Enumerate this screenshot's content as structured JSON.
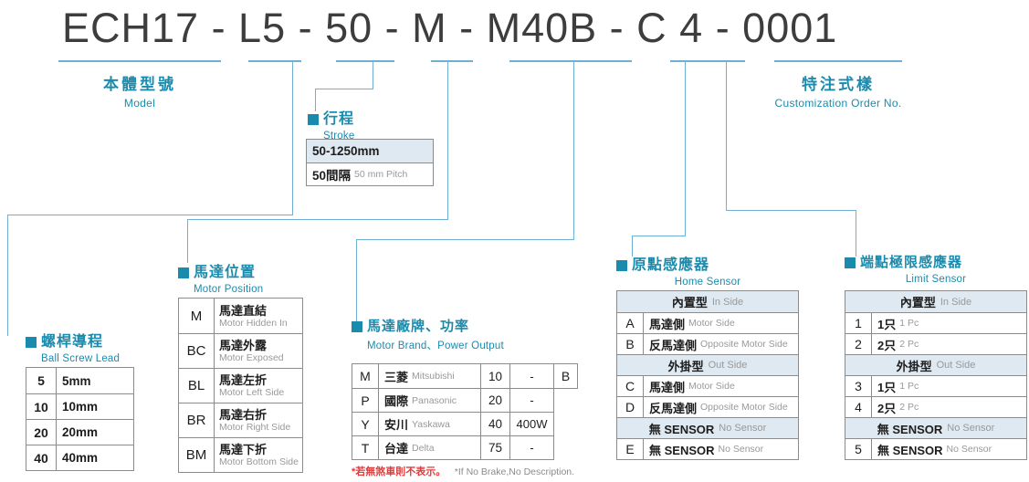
{
  "title": {
    "code": "ECH17 - L5 - 50 - M - M40B - C 4 - 0001"
  },
  "model": {
    "zh": "本體型號",
    "en": "Model"
  },
  "stroke": {
    "zh": "行程",
    "en": "Stroke",
    "range": "50-1250mm",
    "pitch_zh": "50間隔",
    "pitch_en": "50 mm Pitch"
  },
  "customization": {
    "zh": "特注式樣",
    "en": "Customization Order No."
  },
  "ball_screw_lead": {
    "zh": "螺桿導程",
    "en": "Ball Screw Lead",
    "rows": [
      {
        "code": "5",
        "value": "5mm"
      },
      {
        "code": "10",
        "value": "10mm"
      },
      {
        "code": "20",
        "value": "20mm"
      },
      {
        "code": "40",
        "value": "40mm"
      }
    ]
  },
  "motor_position": {
    "zh": "馬達位置",
    "en": "Motor Position",
    "rows": [
      {
        "code": "M",
        "zh": "馬達直結",
        "en": "Motor Hidden In"
      },
      {
        "code": "BC",
        "zh": "馬達外露",
        "en": "Motor Exposed"
      },
      {
        "code": "BL",
        "zh": "馬達左折",
        "en": "Motor Left Side"
      },
      {
        "code": "BR",
        "zh": "馬達右折",
        "en": "Motor Right Side"
      },
      {
        "code": "BM",
        "zh": "馬達下折",
        "en": "Motor Bottom Side"
      }
    ]
  },
  "motor_brand": {
    "zh": "馬達廠牌、功率",
    "en": "Motor Brand、Power Output",
    "brands": [
      {
        "code": "M",
        "zh": "三菱",
        "en": "Mitsubishi"
      },
      {
        "code": "P",
        "zh": "國際",
        "en": "Panasonic"
      },
      {
        "code": "Y",
        "zh": "安川",
        "en": "Yaskawa"
      },
      {
        "code": "T",
        "zh": "台達",
        "en": "Delta"
      }
    ],
    "powers": [
      {
        "code": "10",
        "value": "-"
      },
      {
        "code": "20",
        "value": "-"
      },
      {
        "code": "40",
        "value": "400W"
      },
      {
        "code": "75",
        "value": "-"
      }
    ],
    "brake_code": "B",
    "note_zh": "*若無煞車則不表示。",
    "note_en": "*If No Brake,No Description."
  },
  "home_sensor": {
    "zh": "原點感應器",
    "en": "Home Sensor",
    "section_inside_zh": "內置型",
    "section_inside_en": "In Side",
    "section_outside_zh": "外掛型",
    "section_outside_en": "Out Side",
    "section_none_zh": "無 SENSOR",
    "section_none_en": "No Sensor",
    "rows": [
      {
        "code": "A",
        "zh": "馬達側",
        "en": "Motor Side"
      },
      {
        "code": "B",
        "zh": "反馬達側",
        "en": "Opposite Motor Side"
      },
      {
        "code": "C",
        "zh": "馬達側",
        "en": "Motor Side"
      },
      {
        "code": "D",
        "zh": "反馬達側",
        "en": "Opposite Motor Side"
      },
      {
        "code": "E",
        "zh": "無 SENSOR",
        "en": "No Sensor"
      }
    ]
  },
  "limit_sensor": {
    "zh": "端點極限感應器",
    "en": "Limit Sensor",
    "section_inside_zh": "內置型",
    "section_inside_en": "In Side",
    "section_outside_zh": "外掛型",
    "section_outside_en": "Out Side",
    "section_none_zh": "無 SENSOR",
    "section_none_en": "No Sensor",
    "rows": [
      {
        "code": "1",
        "zh": "1只",
        "en": "1 Pc"
      },
      {
        "code": "2",
        "zh": "2只",
        "en": "2 Pc"
      },
      {
        "code": "3",
        "zh": "1只",
        "en": "1 Pc"
      },
      {
        "code": "4",
        "zh": "2只",
        "en": "2 Pc"
      },
      {
        "code": "5",
        "zh": "無 SENSOR",
        "en": "No Sensor"
      }
    ]
  },
  "colors": {
    "accent": "#1b8bad",
    "line": "#6fb0d2",
    "section_bg": "#dfe9f1",
    "note_red": "#e03a3a"
  }
}
